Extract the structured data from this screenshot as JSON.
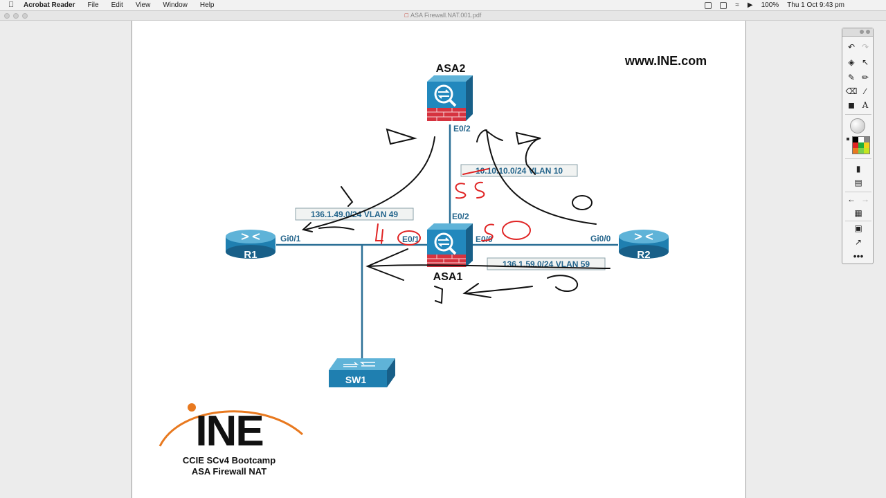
{
  "menubar": {
    "apple": "",
    "items": [
      "Acrobat Reader",
      "File",
      "Edit",
      "View",
      "Window",
      "Help"
    ],
    "battery": "100%",
    "clock": "Thu 1 Oct 9:43 pm"
  },
  "window": {
    "document_title": "ASA Firewall.NAT.001.pdf"
  },
  "diagram": {
    "website": "www.INE.com",
    "devices": {
      "asa2": "ASA2",
      "asa1": "ASA1",
      "r1": "R1",
      "r2": "R2",
      "sw1": "SW1"
    },
    "interfaces": {
      "asa2_e02": "E0/2",
      "asa1_e02": "E0/2",
      "asa1_e01": "E0/1",
      "asa1_e00": "E0/0",
      "r1_gi01": "Gi0/1",
      "r2_gi00": "Gi0/0"
    },
    "subnets": {
      "vlan10": "10.10.10.0/24 VLAN 10",
      "vlan49": "136.1.49.0/24 VLAN 49",
      "vlan59": "136.1.59.0/24 VLAN 59"
    },
    "logo": {
      "text": "INE",
      "course": "CCIE SCv4 Bootcamp",
      "topic": "ASA Firewall NAT"
    },
    "colors": {
      "link": "#2b6f96",
      "device": "#1f7fb0",
      "brick": "#d6333f",
      "label": "#24658c",
      "annotation_red": "#e02424",
      "logo_orange": "#e8791f"
    }
  },
  "toolbar": {
    "tools": [
      "undo-icon",
      "redo-icon",
      "fill-icon",
      "pointer-icon",
      "pen-icon",
      "highlighter-icon",
      "eraser-icon",
      "line-icon",
      "shapes-icon",
      "text-icon",
      "color-wheel-icon",
      "color-palette-icon",
      "page-icon",
      "page-list-icon",
      "back-icon",
      "forward-icon",
      "grid-icon",
      "present-icon",
      "share-icon",
      "more-icon"
    ]
  }
}
